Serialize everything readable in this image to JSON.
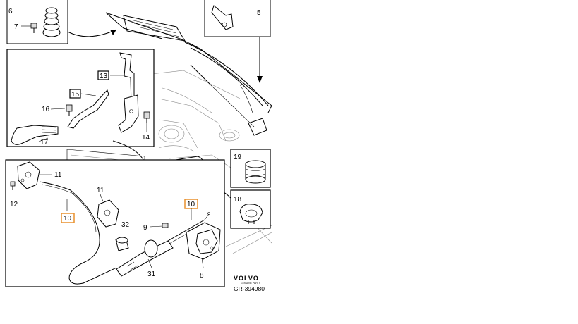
{
  "callouts": {
    "c6": "6",
    "c7": "7",
    "c5": "5",
    "c13": "13",
    "c15": "15",
    "c16": "16",
    "c14": "14",
    "c17": "17",
    "c11a": "11",
    "c12": "12",
    "c10a": "10",
    "c11b": "11",
    "c32": "32",
    "c9": "9",
    "c10b": "10",
    "c31": "31",
    "c8": "8",
    "c19": "19",
    "c18": "18"
  },
  "brand": {
    "name": "VOLVO",
    "subtitle": "GENUINE PARTS"
  },
  "diagram_ref": "GR-394980",
  "colors": {
    "highlight_box": "#e8912d",
    "outline": "#000000",
    "background": "#ffffff"
  }
}
